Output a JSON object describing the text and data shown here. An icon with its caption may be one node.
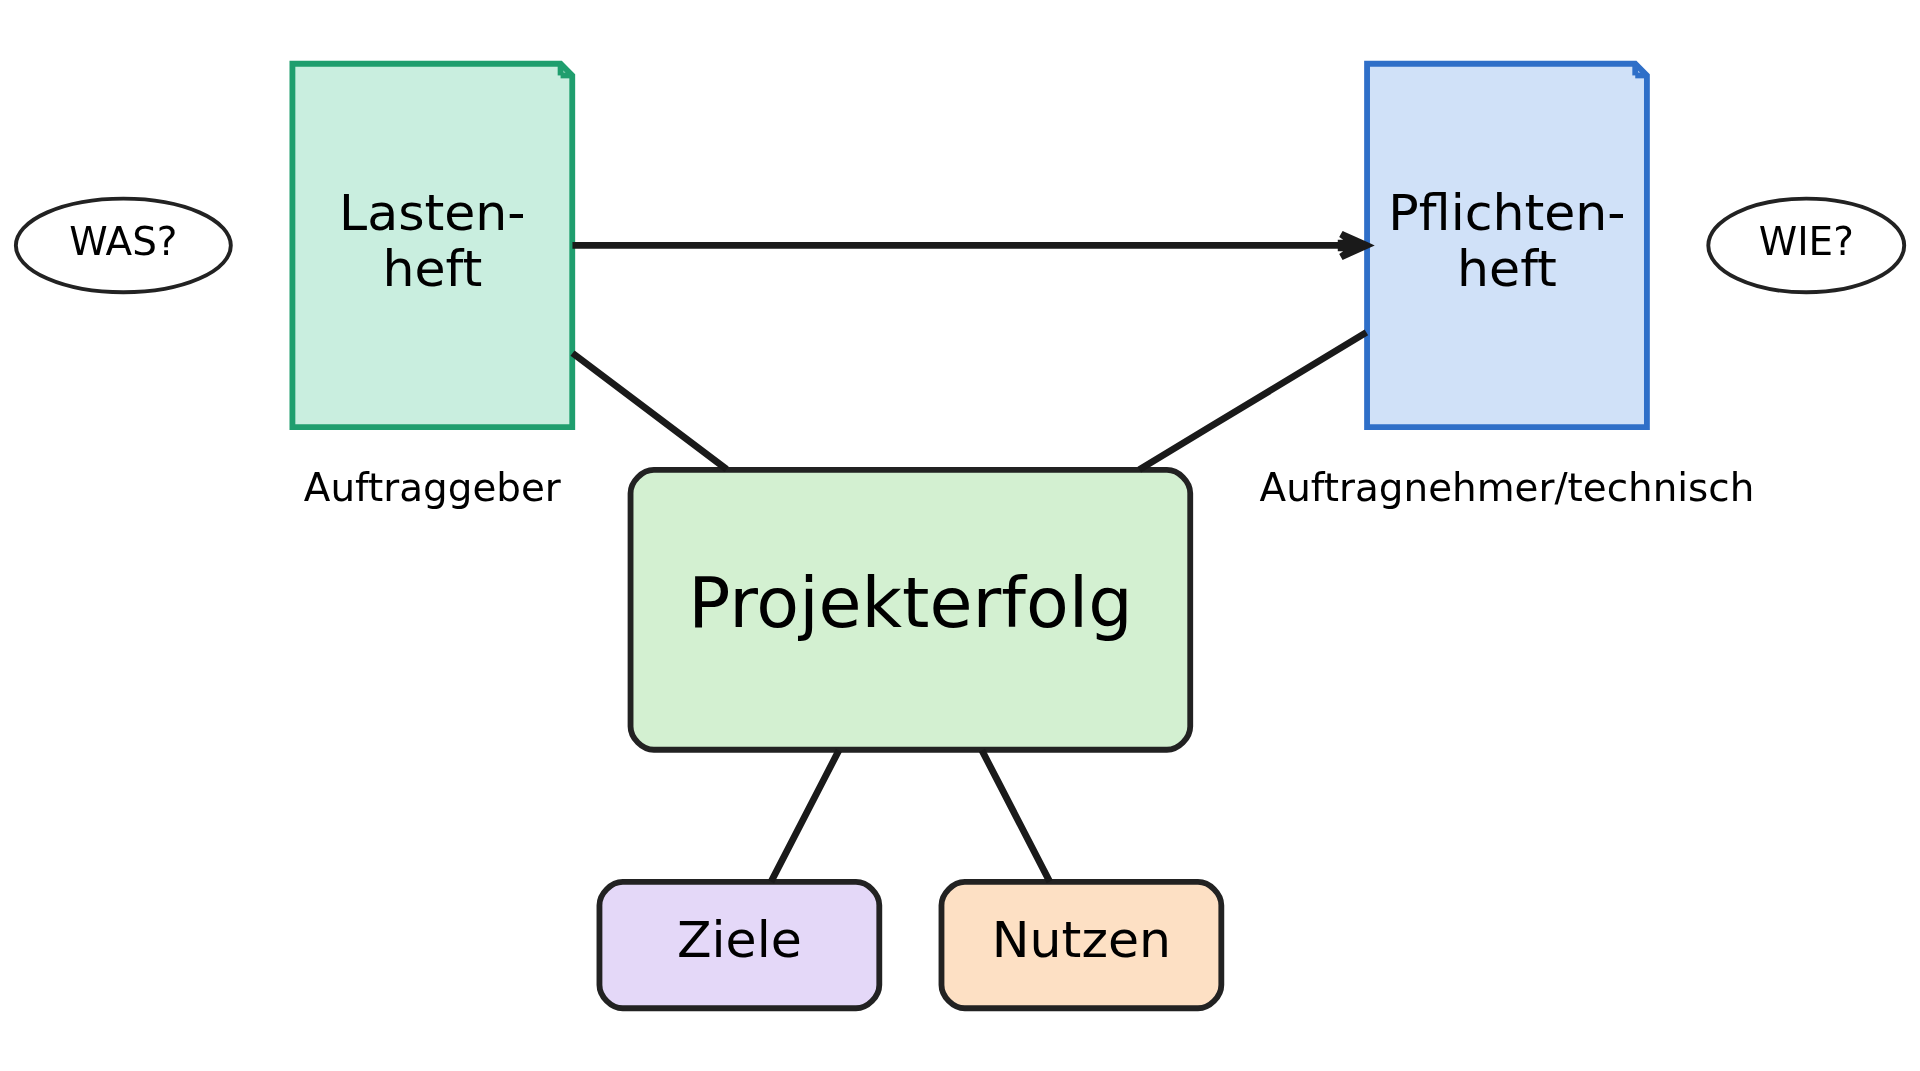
{
  "diagram": {
    "nodes": [
      {
        "text": [
          "WAS?"
        ]
      },
      {
        "text": [
          "Lasten- heft"
        ],
        "beside": [
          "Auftraggeber"
        ]
      },
      {
        "text": [
          "Pflichten- heft"
        ],
        "beside": [
          "Auftragnehmer/technisch"
        ]
      },
      {
        "text": [
          "WIE?"
        ]
      },
      {
        "text": [
          "Projekterfolg"
        ]
      },
      {
        "text": [
          "Ziele"
        ]
      },
      {
        "text": [
          "Nutzen"
        ]
      }
    ],
    "edges": [
      {
        "from": 1,
        "to": 2,
        "arrow": "to"
      },
      {
        "from": 1,
        "to": 4,
        "arrow": "none"
      },
      {
        "from": 2,
        "to": 4,
        "arrow": "none"
      },
      {
        "from": 4,
        "to": 5,
        "arrow": "none"
      },
      {
        "from": 4,
        "to": 6,
        "arrow": "none"
      }
    ]
  }
}
